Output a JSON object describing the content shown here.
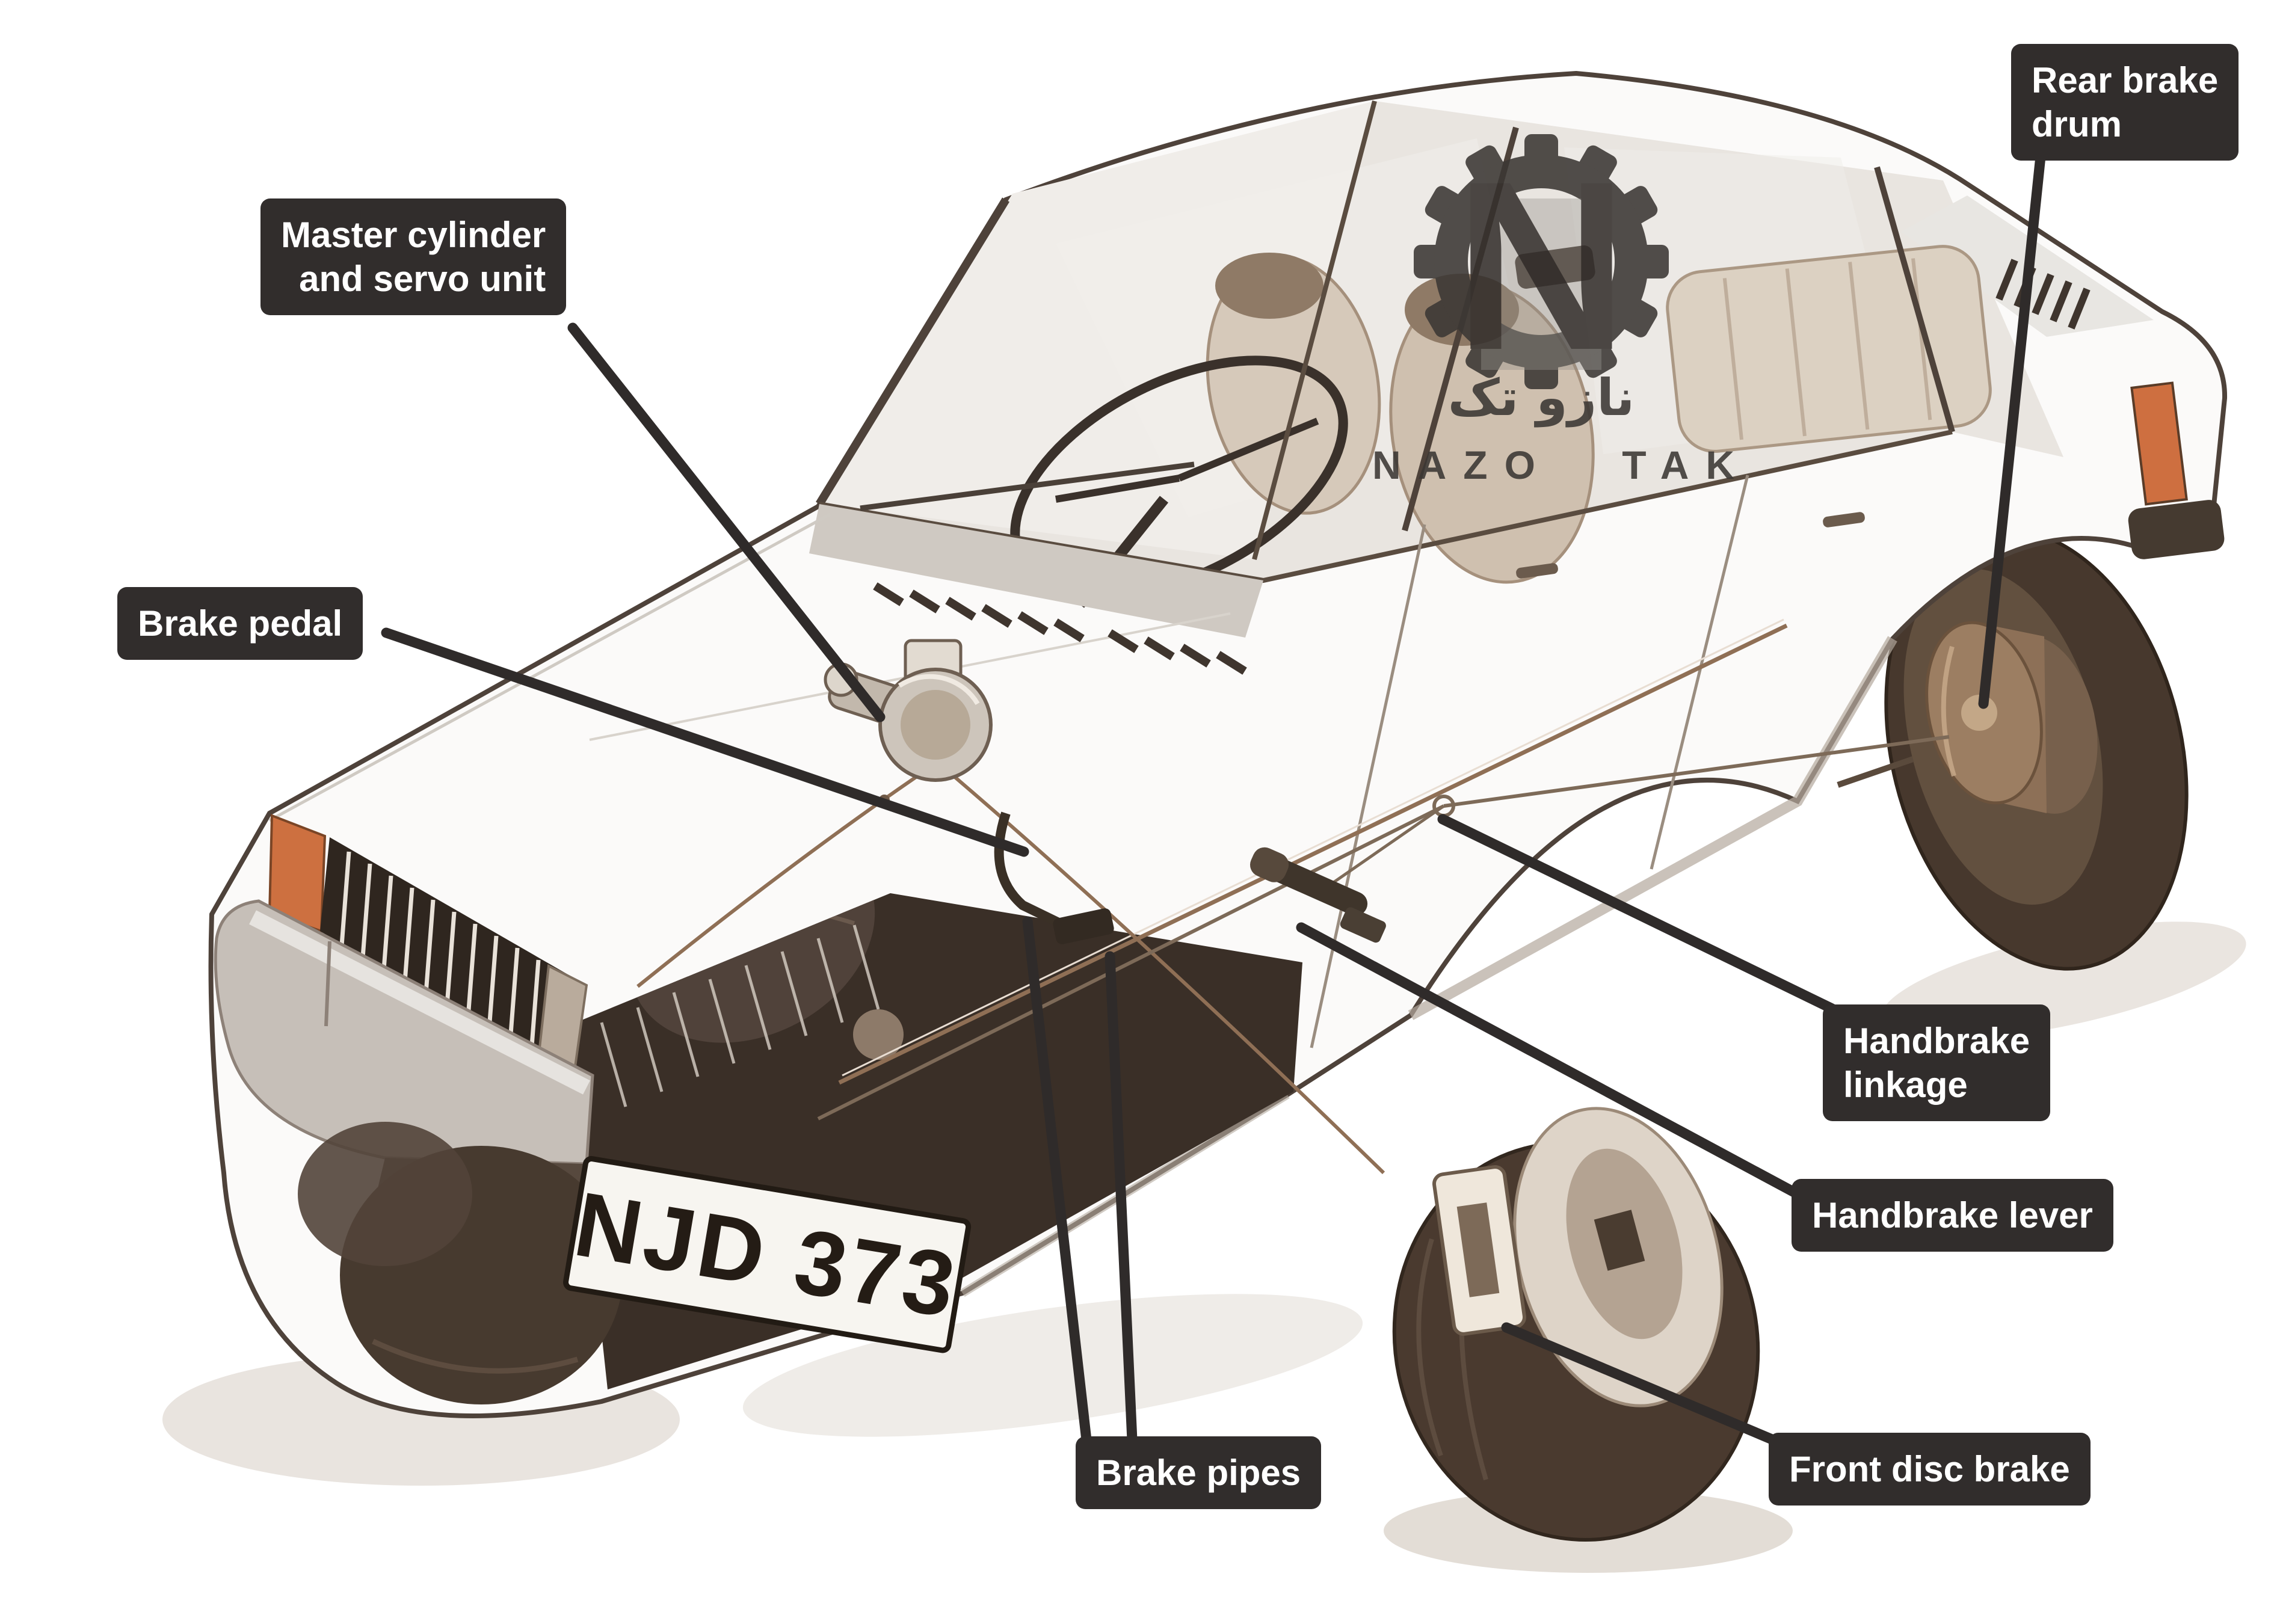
{
  "labels": {
    "master_cylinder": {
      "line1": "Master cylinder",
      "line2": "and servo unit"
    },
    "brake_pedal": {
      "text": "Brake pedal"
    },
    "rear_brake_drum": {
      "line1": "Rear brake",
      "line2": "drum"
    },
    "handbrake_linkage": {
      "line1": "Handbrake",
      "line2": "linkage"
    },
    "handbrake_lever": {
      "text": "Handbrake lever"
    },
    "brake_pipes": {
      "text": "Brake pipes"
    },
    "front_disc_brake": {
      "text": "Front disc brake"
    }
  },
  "license_plate": {
    "text": "NJD 373"
  },
  "logo": {
    "monogram": "N",
    "arabic_name": "نازو تک",
    "latin_name": "NAZO TAK"
  },
  "colors": {
    "label_bg": "#312d2c",
    "label_text": "#ffffff",
    "leader_line": "#2f2b2a",
    "logo": "#3b3734",
    "indicator_orange": "#cd6f43",
    "plate_bg": "#f7f5f0",
    "plate_text": "#241c15",
    "body_white": "#fbfaf9",
    "tire_dark": "#47382d",
    "drum_brown": "#9c7e62"
  }
}
